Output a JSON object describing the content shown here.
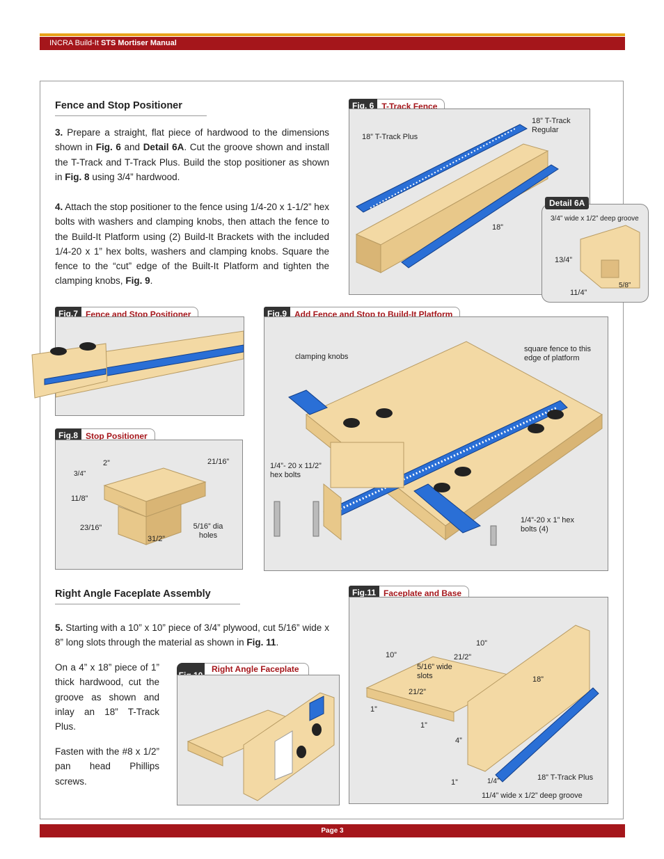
{
  "header": {
    "prefix": "INCRA Build-It ",
    "title": "STS Mortiser Manual"
  },
  "footer": {
    "page": "Page 3"
  },
  "section1": {
    "heading": "Fence and Stop Positioner",
    "step3_num": "3.",
    "step3_a": "Prepare a straight, flat piece of hardwood to the dimensions shown in",
    "step3_fig6": "Fig. 6",
    "step3_and": "and",
    "step3_detail": "Detail 6A",
    "step3_b": ". Cut the groove shown and install the T-Track and T-Track Plus. Build the stop positioner as shown in",
    "step3_fig8": "Fig. 8",
    "step3_c": "using 3/4” hardwood.",
    "step4_num": "4.",
    "step4_a": "Attach the stop positioner to the fence using 1/4-20 x 1-1/2” hex bolts with washers and clamping knobs, then attach the fence to the Build-It Platform using (2) Build-It Brackets with the included 1/4-20 x 1” hex bolts, washers and clamping knobs. Square the fence to the “cut” edge of the Built-It Platform and tighten the clamping knobs,",
    "step4_fig9": "Fig. 9",
    "step4_end": "."
  },
  "section2": {
    "heading": "Right Angle Faceplate Assembly",
    "step5_num": "5.",
    "step5_a": "Starting with a 10” x 10” piece of 3/4” plywood, cut 5/16” wide x 8” long slots through the material as shown in",
    "step5_fig11": "Fig. 11",
    "step5_end": ".",
    "para2": "On a 4” x 18” piece of 1” thick hardwood, cut the groove as shown and inlay an 18” T-Track Plus.",
    "para3": "Fasten with the #8 x 1/2” pan head Phillips screws."
  },
  "figures": {
    "fig6": {
      "num": "Fig. 6",
      "title": "T-Track Fence",
      "labels": [
        "18” T-Track Plus",
        "18” T-Track Regular",
        "18”"
      ]
    },
    "detail6a": {
      "title": "Detail 6A",
      "labels": [
        "3/4” wide x 1/2” deep groove",
        "13/4”",
        "5/8”",
        "11/4”"
      ]
    },
    "fig7": {
      "num": "Fig.7",
      "title": "Fence and Stop Positioner"
    },
    "fig8": {
      "num": "Fig.8",
      "title": "Stop Positioner",
      "labels": [
        "2”",
        "21/16”",
        "3/4”",
        "11/8”",
        "23/16”",
        "31/2”",
        "5/16” dia holes"
      ]
    },
    "fig9": {
      "num": "Fig.9",
      "title": "Add Fence and Stop to Build-It Platform",
      "labels": [
        "clamping knobs",
        "square fence to this edge of platform",
        "1/4”- 20 x 11/2” hex bolts",
        "1/4”-20 x 1” hex bolts (4)"
      ]
    },
    "fig10": {
      "num": "Fig.10",
      "title": "Right Angle Faceplate Assembly"
    },
    "fig11": {
      "num": "Fig.11",
      "title": "Faceplate and Base",
      "labels": [
        "10”",
        "10”",
        "21/2”",
        "5/16” wide slots",
        "21/2”",
        "18”",
        "1”",
        "1”",
        "4”",
        "1”",
        "1/4”",
        "18” T-Track Plus",
        "11/4” wide x 1/2” deep groove"
      ]
    }
  },
  "colors": {
    "brand_red": "#a5161b",
    "gold": "#e8a21a",
    "track_blue": "#2a6fd6",
    "wood": "#f3d9a4"
  }
}
